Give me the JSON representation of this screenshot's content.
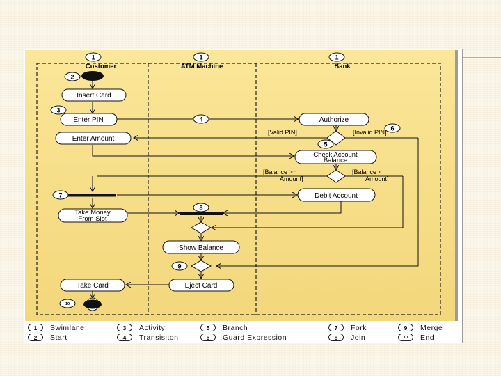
{
  "swimlanes": [
    "Customer",
    "ATM Machine",
    "Bank"
  ],
  "activities": {
    "insert_card": "Insert Card",
    "enter_pin": "Enter PIN",
    "enter_amount": "Enter Amount",
    "take_money": [
      "Take Money",
      "From Slot"
    ],
    "take_card": "Take Card",
    "show_balance": "Show Balance",
    "eject_card": "Eject Card",
    "authorize": "Authorize",
    "check_account": [
      "Check Account",
      "Balance"
    ],
    "debit_account": "Debit Account"
  },
  "guards": {
    "valid_pin": "[Valid PIN]",
    "invalid_pin": "[Invalid PIN]",
    "balance_ok": [
      "[Balance >=",
      "Amount]"
    ],
    "balance_low": [
      "[Balance <",
      "Amount]"
    ]
  },
  "callouts": {
    "swimlane": "1",
    "start": "2",
    "activity": "3",
    "transition": "4",
    "branch": "5",
    "guard": "6",
    "fork": "7",
    "join": "8",
    "merge": "9",
    "end": "10"
  },
  "legend": [
    {
      "num": "1",
      "label": "Swimlane"
    },
    {
      "num": "3",
      "label": "Activity"
    },
    {
      "num": "5",
      "label": "Branch"
    },
    {
      "num": "7",
      "label": "Fork"
    },
    {
      "num": "9",
      "label": "Merge"
    },
    {
      "num": "2",
      "label": "Start"
    },
    {
      "num": "4",
      "label": "Transisiton"
    },
    {
      "num": "6",
      "label": "Guard Expression"
    },
    {
      "num": "8",
      "label": "Join"
    },
    {
      "num": "10",
      "label": "End"
    }
  ],
  "colors": {
    "diagram_background": "#f7df8a",
    "ink": "#111111",
    "node_fill": "#ffffff",
    "accent_rule": "#e3a560"
  }
}
